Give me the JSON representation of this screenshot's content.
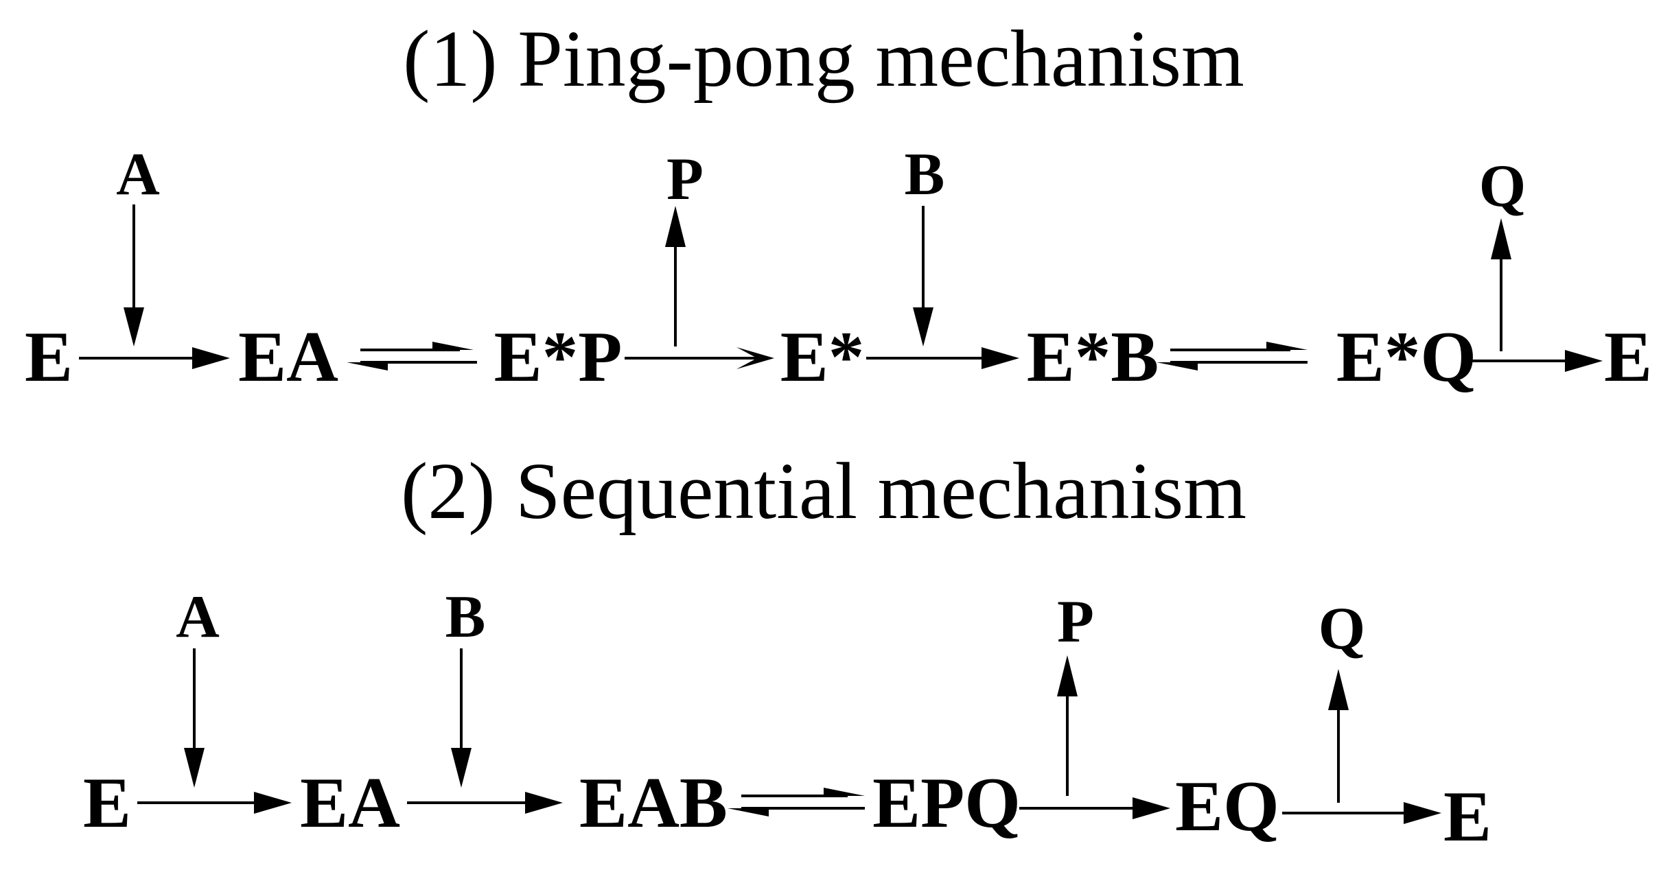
{
  "mechanisms": [
    {
      "title": "(1) Ping-pong mechanism",
      "species": [
        "E",
        "EA",
        "E*P",
        "E*",
        "E*B",
        "E*Q",
        "E"
      ],
      "substrates": [
        "A",
        "B"
      ],
      "products": [
        "P",
        "Q"
      ]
    },
    {
      "title": "(2) Sequential mechanism",
      "species": [
        "E",
        "EA",
        "EAB",
        "EPQ",
        "EQ",
        "E"
      ],
      "substrates": [
        "A",
        "B"
      ],
      "products": [
        "P",
        "Q"
      ]
    }
  ]
}
